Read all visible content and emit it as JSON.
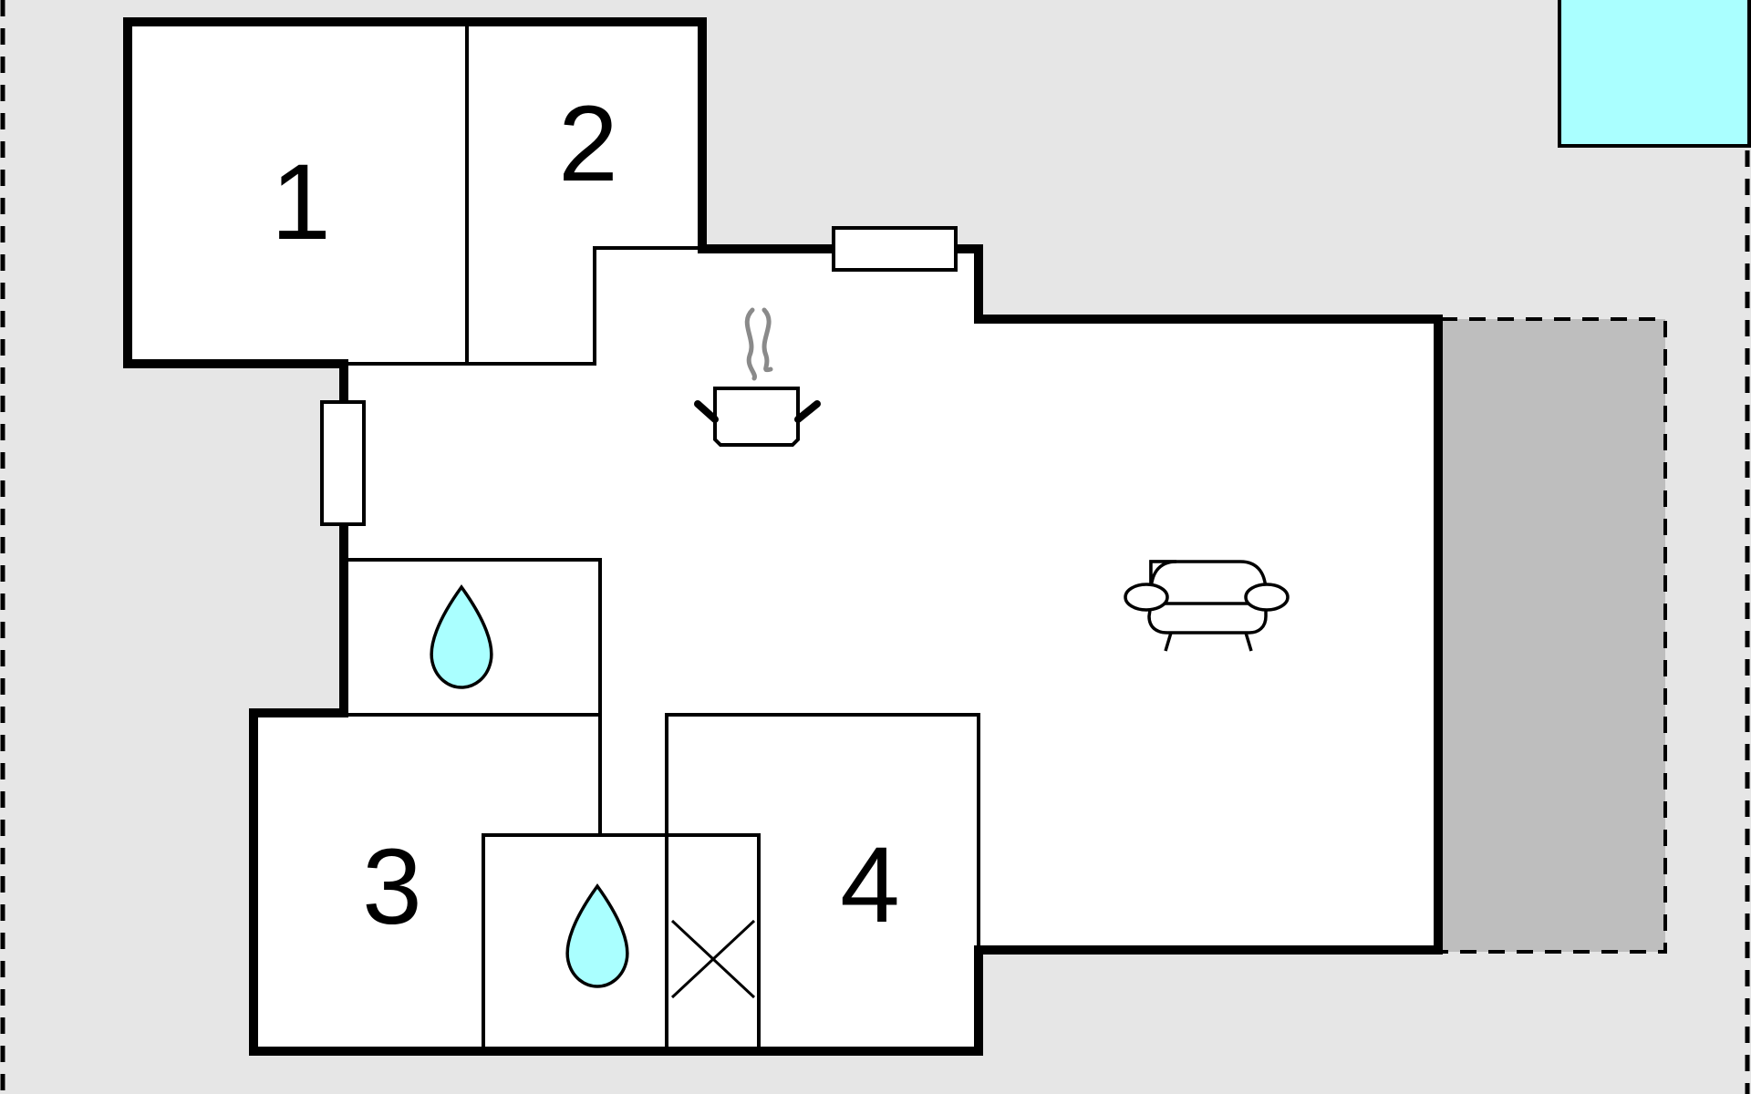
{
  "rooms": {
    "bedroom_1": {
      "number": "1"
    },
    "bedroom_2": {
      "number": "2"
    },
    "bedroom_3": {
      "number": "3"
    },
    "bedroom_4": {
      "number": "4"
    }
  },
  "icons": {
    "kitchen": "cooking-pot-icon",
    "living": "sofa-icon",
    "bathroom_upper": "water-drop-icon",
    "bathroom_lower": "water-drop-icon",
    "closet": "cross-box-icon"
  },
  "colors": {
    "background": "#e6e6e6",
    "interior": "#ffffff",
    "wall": "#000000",
    "water": "#aaffff",
    "terrace": "#bebebe",
    "steam": "#8a8a8a"
  }
}
